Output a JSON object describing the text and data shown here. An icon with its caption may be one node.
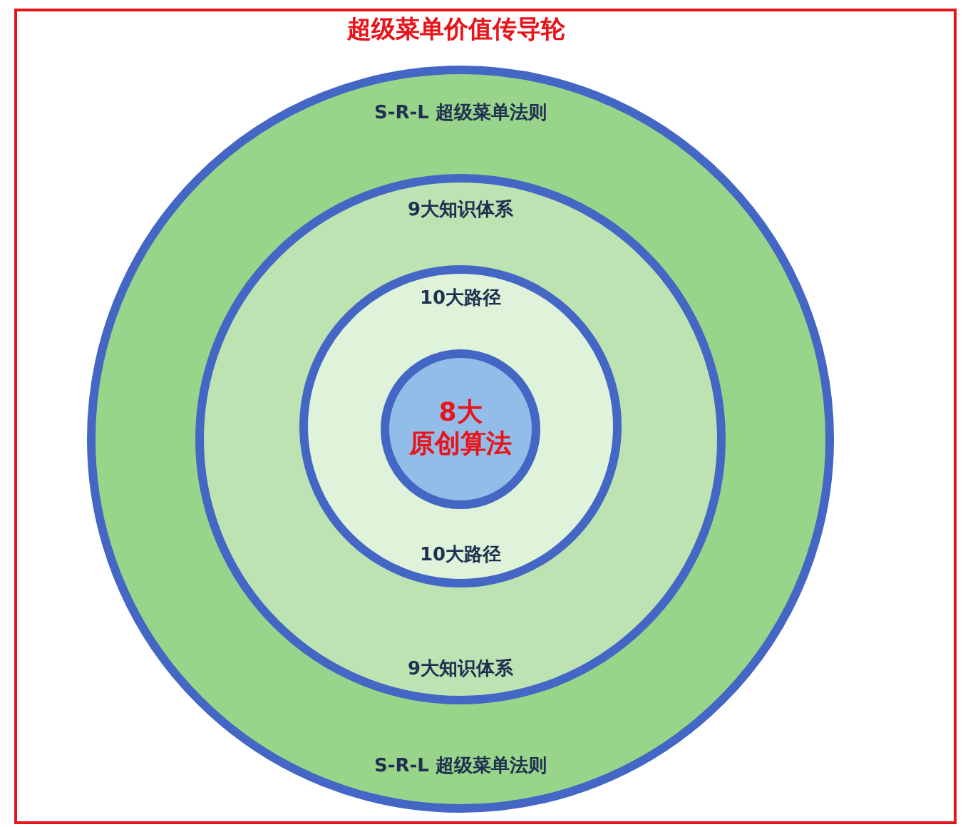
{
  "diagram": {
    "title": "超级菜单价值传导轮",
    "nodes": [
      {
        "text": [
          "S-R-L 超级菜单法则",
          "S-R-L 超级菜单法则"
        ]
      },
      {
        "text": [
          "9大知识体系",
          "9大知识体系"
        ],
        "in": 0
      },
      {
        "text": [
          "10大路径",
          "10大路径"
        ],
        "in": 1
      },
      {
        "text": [
          "8大",
          "原创算法"
        ],
        "in": 2
      }
    ]
  }
}
